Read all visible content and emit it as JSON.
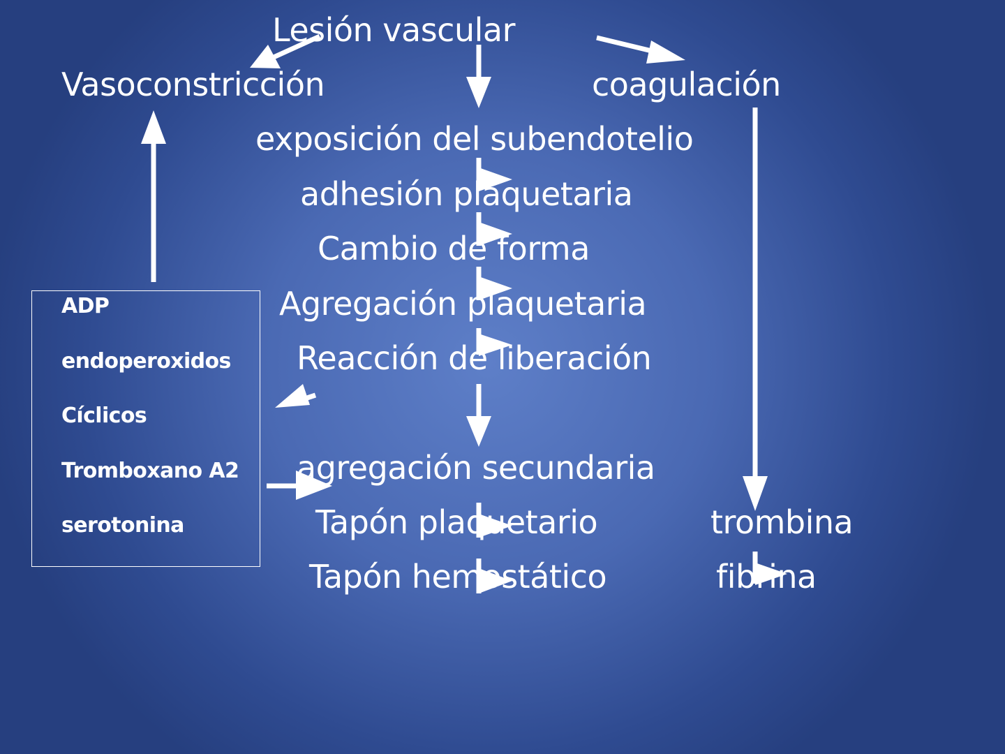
{
  "diagram": {
    "title": "Lesión vascular",
    "left_branch": "Vasoconstricción",
    "right_branch": "coagulación",
    "center_steps": [
      "exposición del subendotelio",
      "adhesión plaquetaria",
      "Cambio de forma",
      "Agregación plaquetaria",
      "Reacción de liberación",
      "agregación secundaria",
      "Tapón plaquetario",
      "Tapón hemostático"
    ],
    "right_steps": [
      "trombina",
      "fibrina"
    ],
    "released_substances": [
      "ADP",
      "endoperoxidos",
      "Cíclicos",
      "Tromboxano A2",
      "serotonina"
    ]
  },
  "colors": {
    "background_center": "#5e7fc8",
    "background_edge": "#263f7f",
    "text": "#ffffff",
    "arrows": "#ffffff"
  }
}
